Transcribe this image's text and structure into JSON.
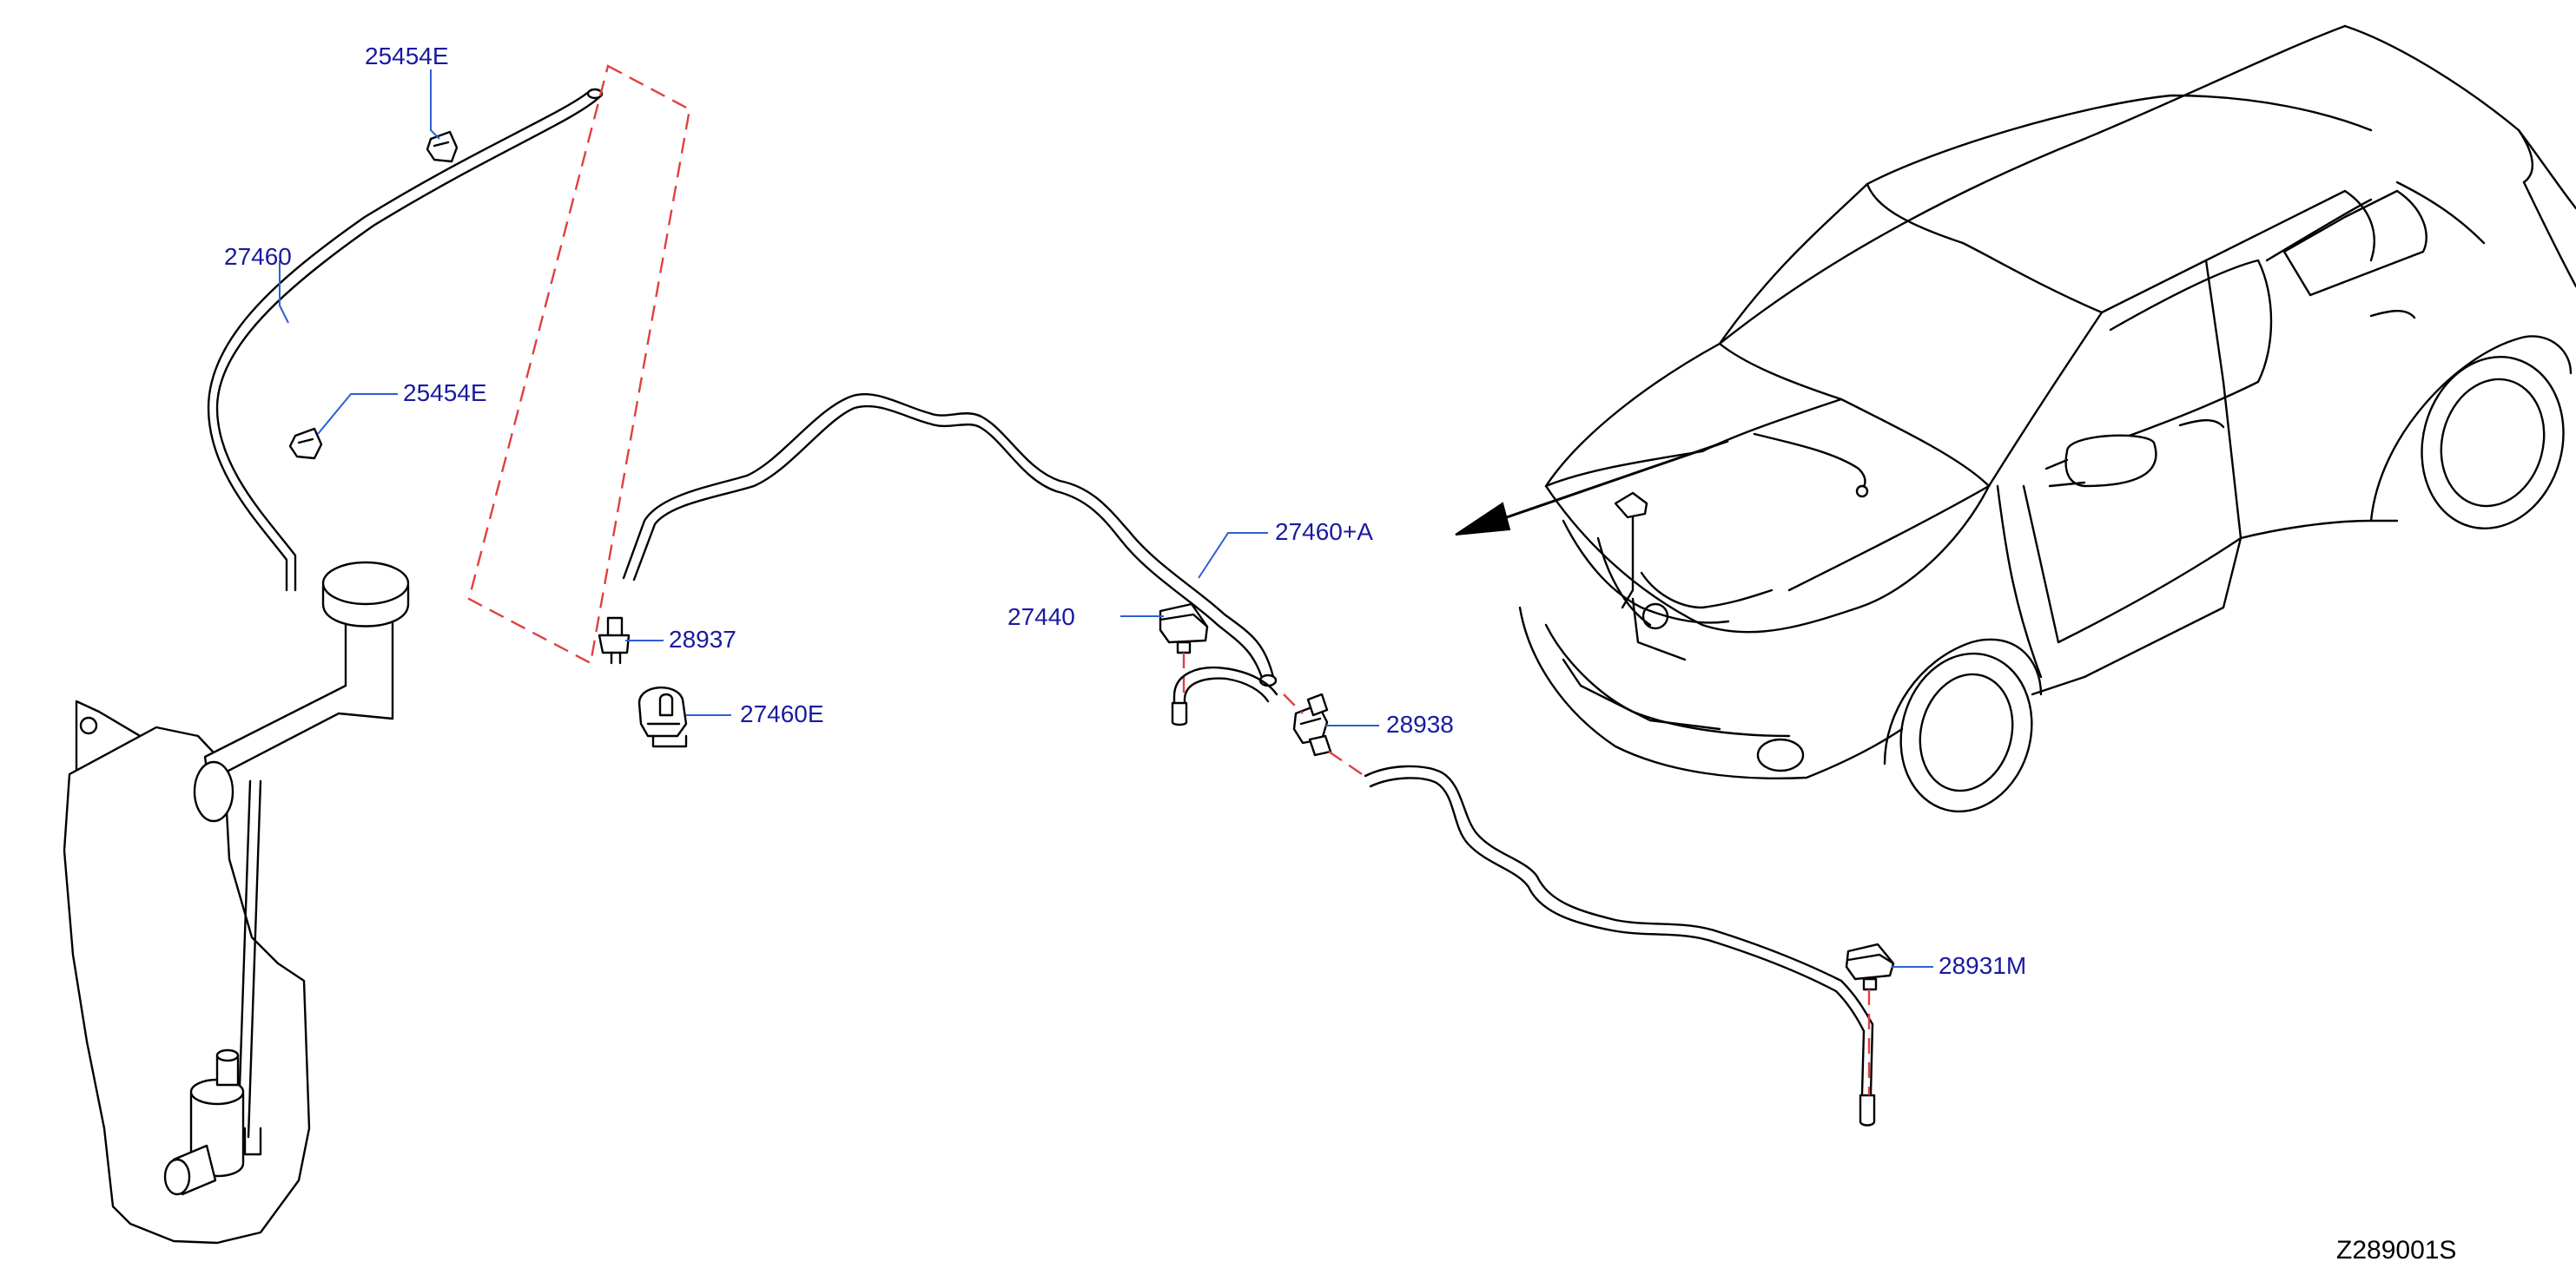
{
  "colors": {
    "line": "#000000",
    "callout": "#1a1aa0",
    "leader": "#2b5fd6",
    "dash": "#e04040",
    "background": "#ffffff"
  },
  "callouts": {
    "clip_top": "25454E",
    "clip_mid": "25454E",
    "hose_main": "27460",
    "hose_a": "27460+A",
    "connector_left": "28937",
    "clip_e": "27460E",
    "nozzle": "27440",
    "connector_right": "28938",
    "nozzle_m": "28931M"
  },
  "diagram_code": "Z289001S"
}
